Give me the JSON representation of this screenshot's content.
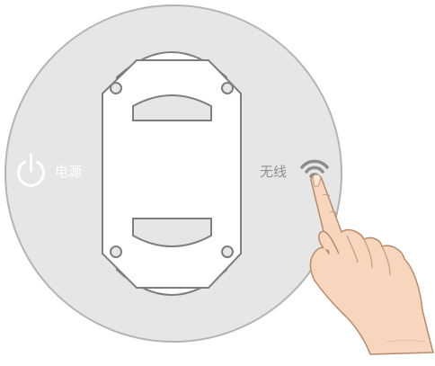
{
  "device": {
    "power_label": "电源",
    "wireless_label": "无线"
  },
  "icons": {
    "power": "power-icon",
    "wireless": "wifi-icon",
    "hand": "pointing-hand"
  },
  "colors": {
    "device_face": "#e6e6e6",
    "device_outline": "#b4b4b4",
    "power_label": "#ffffff",
    "wireless_label": "#8f8f8f",
    "wifi_icon": "#8c8c8c",
    "skin": "#f7d6bd",
    "skin_outline": "#b78a6b"
  }
}
